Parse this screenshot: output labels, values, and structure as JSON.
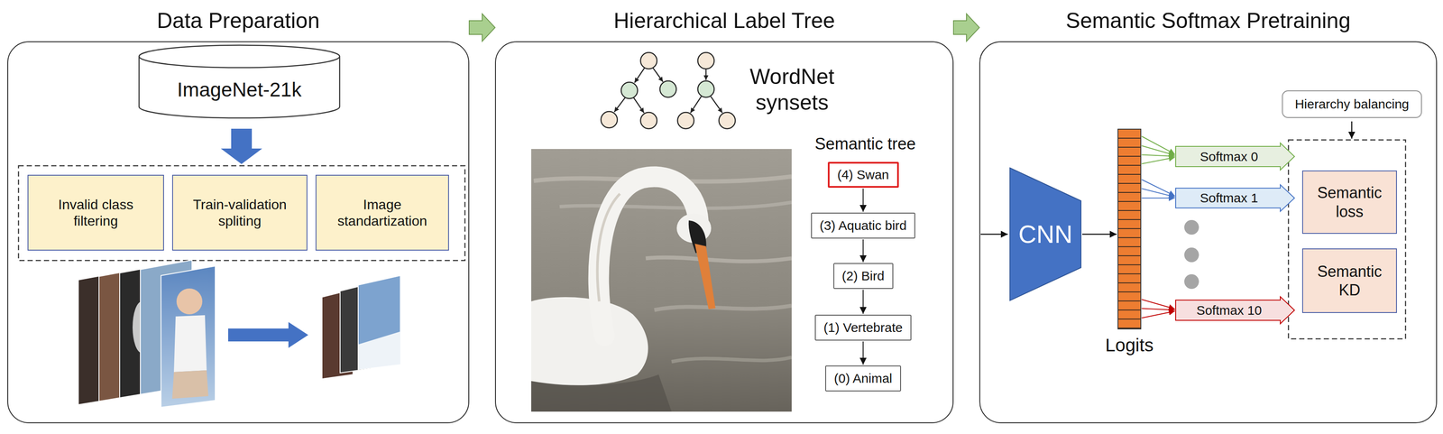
{
  "diagram": {
    "nodes": [
      {
        "text": [
          "Data Preparation"
        ]
      },
      {
        "text": [
          "ImageNet-21k"
        ],
        "in": 0
      },
      {
        "text": [
          "Invalid class filtering"
        ],
        "in": 0
      },
      {
        "text": [
          "Train-validation spliting"
        ],
        "in": 0
      },
      {
        "text": [
          "Image standartization"
        ],
        "in": 0
      },
      {
        "text": [
          "Hierarchical Label Tree"
        ]
      },
      {
        "text": [
          "(4) Swan"
        ],
        "in": 5
      },
      {
        "text": [
          "(3) Aquatic bird"
        ],
        "in": 5
      },
      {
        "text": [
          "(2) Bird"
        ],
        "in": 5
      },
      {
        "text": [
          "(1) Vertebrate"
        ],
        "in": 5
      },
      {
        "text": [
          "(0) Animal"
        ],
        "in": 5
      },
      {
        "text": [
          "Semantic Softmax Pretraining"
        ]
      },
      {
        "text": [
          "CNN"
        ],
        "in": 11
      },
      {
        "text": [
          "Logits"
        ],
        "in": 11
      },
      {
        "text": [
          "Softmax 0"
        ],
        "in": 11
      },
      {
        "text": [
          "Softmax 1"
        ],
        "in": 11
      },
      {
        "text": [
          "Softmax 10"
        ],
        "in": 11
      },
      {
        "text": [
          "Hierarchy balancing"
        ],
        "in": 11
      },
      {
        "text": [
          "Semantic loss"
        ],
        "in": 11
      },
      {
        "text": [
          "Semantic KD"
        ],
        "in": 11
      }
    ],
    "edges": [
      {
        "from": 0,
        "to": 5,
        "arrow": "to"
      },
      {
        "from": 5,
        "to": 11,
        "arrow": "to"
      },
      {
        "from": 6,
        "to": 7,
        "arrow": "to"
      },
      {
        "from": 7,
        "to": 8,
        "arrow": "to"
      },
      {
        "from": 8,
        "to": 9,
        "arrow": "to"
      },
      {
        "from": 9,
        "to": 10,
        "arrow": "to"
      },
      {
        "from": 12,
        "to": 13,
        "arrow": "to"
      },
      {
        "from": 13,
        "to": 14,
        "arrow": "to"
      },
      {
        "from": 13,
        "to": 15,
        "arrow": "to"
      },
      {
        "from": 13,
        "to": 16,
        "arrow": "to"
      }
    ],
    "labels": [
      "WordNet synsets",
      "Semantic tree"
    ]
  }
}
